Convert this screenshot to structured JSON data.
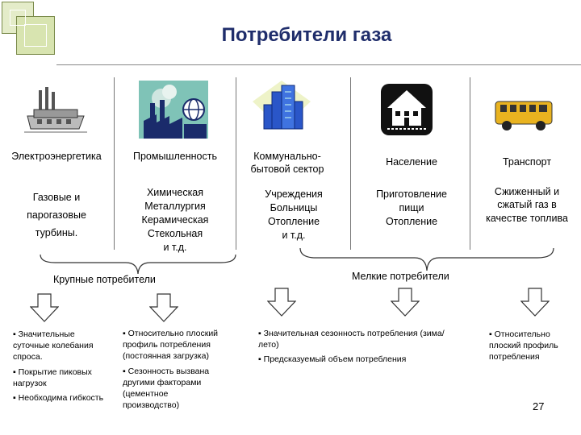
{
  "header": {
    "title": "Потребители газа"
  },
  "columns": [
    {
      "icon": "power-plant-icon",
      "category": "Электроэнергетика",
      "details": [
        "Газовые и",
        "парогазовые",
        "турбины."
      ]
    },
    {
      "icon": "industry-icon",
      "category": "Промышленность",
      "details": [
        "Химическая",
        "Металлургия",
        "Керамическая",
        "Стекольная",
        "и т.д."
      ]
    },
    {
      "icon": "city-buildings-icon",
      "category": "Коммунально-бытовой сектор",
      "details": [
        "Учреждения",
        "Больницы",
        "Отопление",
        "и т.д."
      ]
    },
    {
      "icon": "house-icon",
      "category": "Население",
      "details": [
        "Приготовление",
        "пищи",
        "Отопление"
      ]
    },
    {
      "icon": "bus-icon",
      "category": "Транспорт",
      "details": [
        "Сжиженный и",
        "сжатый газ в",
        "качестве топлива"
      ]
    }
  ],
  "groups": {
    "large": "Крупные потребители",
    "small": "Мелкие потребители"
  },
  "notes": [
    [
      "Значительные суточные колебания спроса.",
      "Покрытие пиковых нагрузок",
      "Необходима гибкость"
    ],
    [
      "Относительно плоский профиль потребления (постоянная загрузка)",
      "Сезонность вызвана другими факторами (цементное производство)"
    ],
    [
      "Значительная сезонность потребления (зима/лето)",
      "Предсказуемый объем потребления"
    ],
    [
      "Относительно плоский профиль потребления"
    ]
  ],
  "page_number": "27",
  "colors": {
    "title": "#1f2d6b",
    "logo_fill": "#e4ecc9",
    "logo_border": "#7a8a4a"
  }
}
